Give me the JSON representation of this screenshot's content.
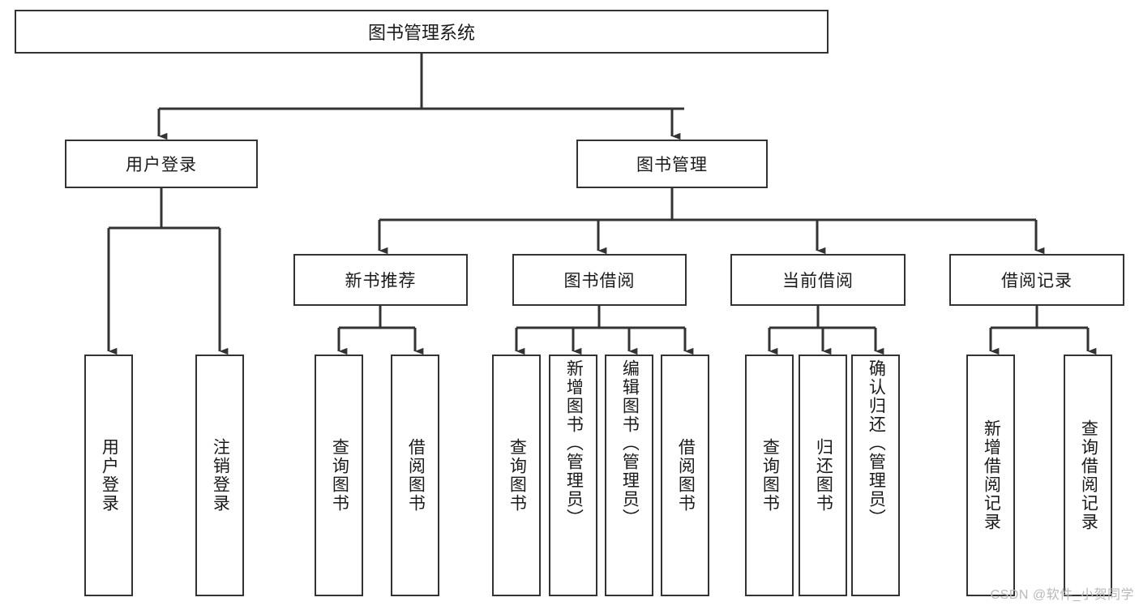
{
  "diagram": {
    "title": "图书管理系统",
    "watermark": "CSDN @软件_小贺同学",
    "stroke_color": "#333333",
    "background_color": "#ffffff",
    "text_color": "#1a1a1a"
  },
  "root": {
    "label": "图书管理系统"
  },
  "level2": [
    {
      "label": "用户登录"
    },
    {
      "label": "图书管理"
    }
  ],
  "level3": [
    {
      "label": "新书推荐"
    },
    {
      "label": "图书借阅"
    },
    {
      "label": "当前借阅"
    },
    {
      "label": "借阅记录"
    }
  ],
  "leaves": {
    "user_login": [
      {
        "label": "用户登录",
        "align": "middle"
      },
      {
        "label": "注销登录",
        "align": "middle"
      }
    ],
    "new_book_recommend": [
      {
        "label": "查询图书",
        "align": "middle"
      },
      {
        "label": "借阅图书",
        "align": "middle"
      }
    ],
    "book_borrow": [
      {
        "label": "查询图书",
        "align": "middle"
      },
      {
        "label": "新增图书（管理员）",
        "align": "top"
      },
      {
        "label": "编辑图书（管理员）",
        "align": "top"
      },
      {
        "label": "借阅图书",
        "align": "middle"
      }
    ],
    "current_borrow": [
      {
        "label": "查询图书",
        "align": "middle"
      },
      {
        "label": "归还图书",
        "align": "middle"
      },
      {
        "label": "确认归还（管理员）",
        "align": "top"
      }
    ],
    "borrow_record": [
      {
        "label": "新增借阅记录",
        "align": "middle"
      },
      {
        "label": "查询借阅记录",
        "align": "middle"
      }
    ]
  }
}
